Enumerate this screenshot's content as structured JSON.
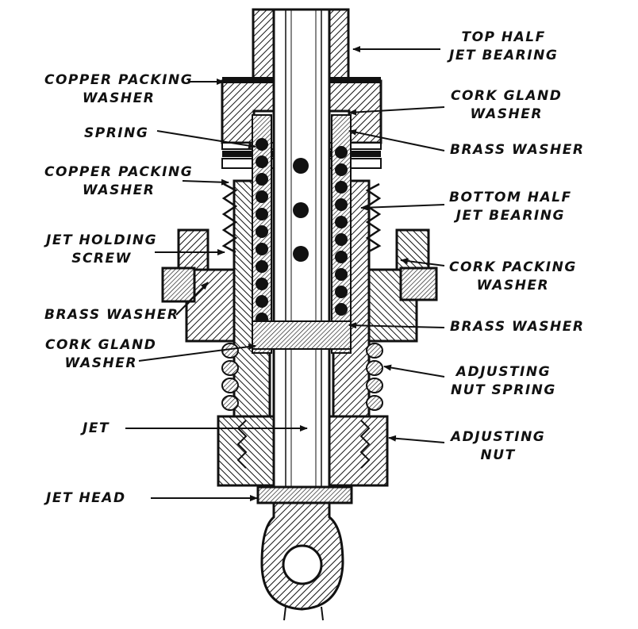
{
  "colors": {
    "ink": "#111111",
    "paper": "#ffffff"
  },
  "labels": {
    "top_half_jet_bearing": [
      "TOP HALF",
      "JET BEARING"
    ],
    "copper_packing_washer_top": [
      "COPPER PACKING",
      "WASHER"
    ],
    "cork_gland_washer_top": [
      "CORK GLAND",
      "WASHER"
    ],
    "spring": "SPRING",
    "brass_washer_top": "BRASS WASHER",
    "copper_packing_washer_mid": [
      "COPPER PACKING",
      "WASHER"
    ],
    "bottom_half_jet_bearing": [
      "BOTTOM HALF",
      "JET BEARING"
    ],
    "jet_holding_screw": [
      "JET HOLDING",
      "SCREW"
    ],
    "cork_packing_washer": [
      "CORK PACKING",
      "WASHER"
    ],
    "brass_washer_left": "BRASS WASHER",
    "brass_washer_right": "BRASS WASHER",
    "cork_gland_washer_bottom": [
      "CORK GLAND",
      "WASHER"
    ],
    "adjusting_nut_spring": [
      "ADJUSTING",
      "NUT SPRING"
    ],
    "jet": "JET",
    "adjusting_nut": [
      "ADJUSTING",
      "NUT"
    ],
    "jet_head": "JET HEAD"
  }
}
